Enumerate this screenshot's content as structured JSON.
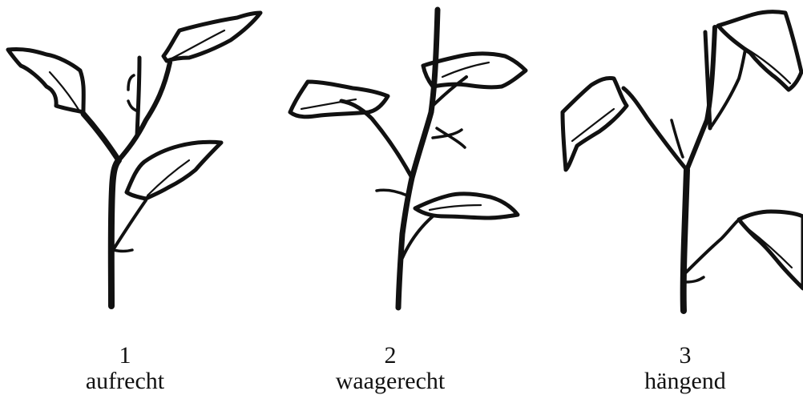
{
  "figures": [
    {
      "number": "1",
      "label": "aufrecht"
    },
    {
      "number": "2",
      "label": "waagerecht"
    },
    {
      "number": "3",
      "label": "hängend"
    }
  ]
}
